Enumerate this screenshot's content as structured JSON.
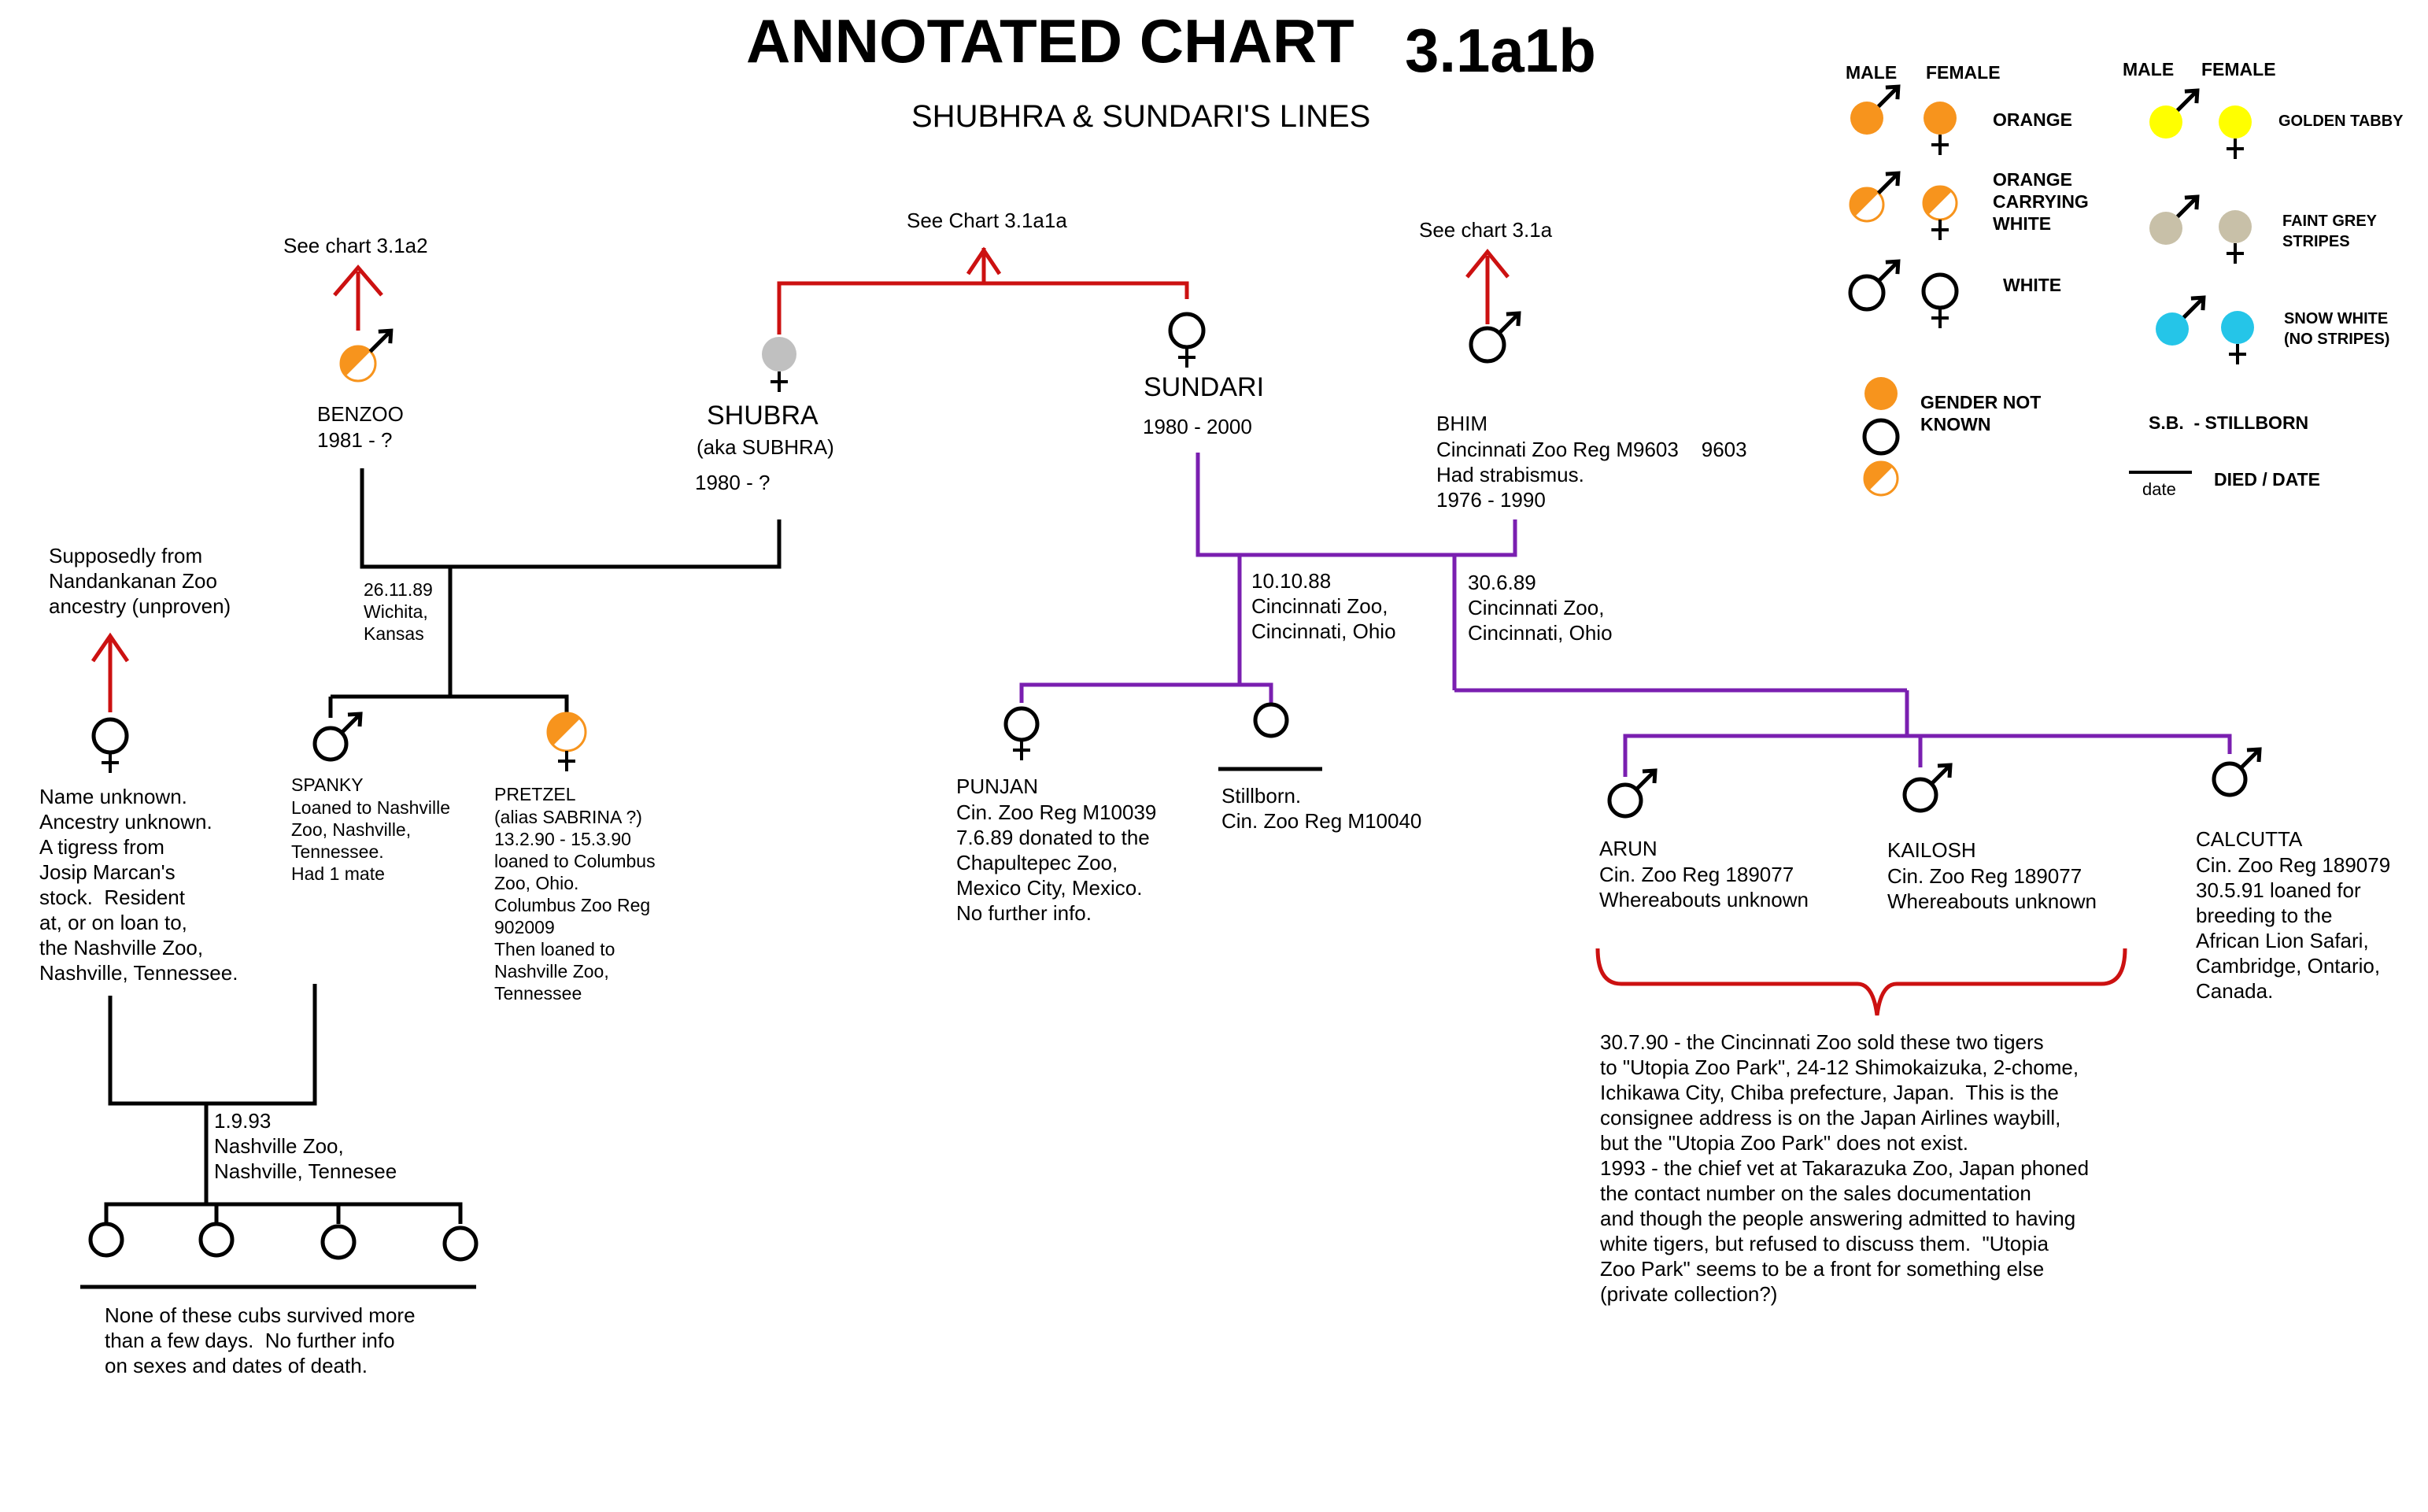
{
  "title": {
    "main": "ANNOTATED CHART",
    "number": "3.1a1b",
    "subtitle": "SHUBHRA & SUNDARI'S LINES"
  },
  "colors": {
    "red": "#cc1111",
    "purple": "#7a1fb0",
    "black": "#000000",
    "orange": "#f7941d",
    "yellow": "#ffff00",
    "grey": "#c8c0a8",
    "blue": "#25c5e8",
    "shubra_grey": "#c0c0c0"
  },
  "references": {
    "benzoo": "See chart 3.1a2",
    "shubra_sundari": "See Chart 3.1a1a",
    "bhim": "See chart 3.1a",
    "tigress": "Supposedly from\nNandankanan Zoo\nancestry (unproven)"
  },
  "tigers": {
    "benzoo": {
      "name": "BENZOO",
      "years": "1981 - ?"
    },
    "shubra": {
      "name": "SHUBRA",
      "alias": "(aka SUBHRA)",
      "years": "1980 - ?"
    },
    "sundari": {
      "name": "SUNDARI",
      "years": "1980 - 2000"
    },
    "bhim": {
      "name": "BHIM",
      "notes": "Cincinnati Zoo Reg M9603    9603\nHad strabismus.\n1976 - 1990"
    },
    "tigress": {
      "notes": "Name unknown.\nAncestry unknown.\nA tigress from\nJosip Marcan's\nstock.  Resident\nat, or on loan to,\nthe Nashville Zoo,\nNashville, Tennessee."
    },
    "spanky": {
      "name": "SPANKY",
      "notes": "Loaned to Nashville\nZoo, Nashville,\nTennessee.\nHad 1 mate"
    },
    "pretzel": {
      "name": "PRETZEL",
      "notes": "(alias SABRINA ?)\n13.2.90 - 15.3.90\nloaned to Columbus\nZoo, Ohio.\nColumbus Zoo Reg\n902009\nThen loaned to\nNashville Zoo,\nTennessee"
    },
    "punjan": {
      "name": "PUNJAN",
      "notes": "Cin. Zoo Reg M10039\n7.6.89 donated to the\nChapultepec Zoo,\nMexico City, Mexico.\nNo further info."
    },
    "stillborn": {
      "notes": "Stillborn.\nCin. Zoo Reg M10040"
    },
    "arun": {
      "name": "ARUN",
      "notes": "Cin. Zoo Reg 189077\nWhereabouts unknown"
    },
    "kailosh": {
      "name": "KAILOSH",
      "notes": "Cin. Zoo Reg 189077\nWhereabouts unknown"
    },
    "calcutta": {
      "name": "CALCUTTA",
      "notes": "Cin. Zoo Reg 189079\n30.5.91 loaned for\nbreeding to the\nAfrican Lion Safari,\nCambridge, Ontario,\nCanada."
    }
  },
  "matings": {
    "benzoo_shubra": "26.11.89\nWichita,\nKansas",
    "sundari_bhim_1": "10.10.88\nCincinnati Zoo,\nCincinnati, Ohio",
    "sundari_bhim_2": "30.6.89\nCincinnati Zoo,\nCincinnati, Ohio",
    "spanky_tigress": "1.9.93\nNashville Zoo,\nNashville, Tennesee"
  },
  "notes": {
    "cubs": "None of these cubs survived more\nthan a few days.  No further info\non sexes and dates of death.",
    "utopia": "30.7.90 - the Cincinnati Zoo sold these two tigers\nto \"Utopia Zoo Park\", 24-12 Shimokaizuka, 2-chome,\nIchikawa City, Chiba prefecture, Japan.  This is the\nconsignee address is on the Japan Airlines waybill,\nbut the \"Utopia Zoo Park\" does not exist.\n1993 - the chief vet at Takarazuka Zoo, Japan phoned\nthe contact number on the sales documentation\nand though the people answering admitted to having\nwhite tigers, but refused to discuss them.  \"Utopia\nZoo Park\" seems to be a front for something else\n(private collection?)"
  },
  "legend": {
    "male": "MALE",
    "female": "FEMALE",
    "orange": "ORANGE",
    "orange_carrying_white": "ORANGE\nCARRYING\nWHITE",
    "white": "WHITE",
    "golden_tabby": "GOLDEN TABBY",
    "faint_grey_stripes": "FAINT GREY\nSTRIPES",
    "snow_white": "SNOW WHITE\n(NO STRIPES)",
    "gender_not_known": "GENDER NOT\nKNOWN",
    "stillborn": "S.B.  - STILLBORN",
    "date": "date",
    "died_date": "DIED / DATE"
  }
}
